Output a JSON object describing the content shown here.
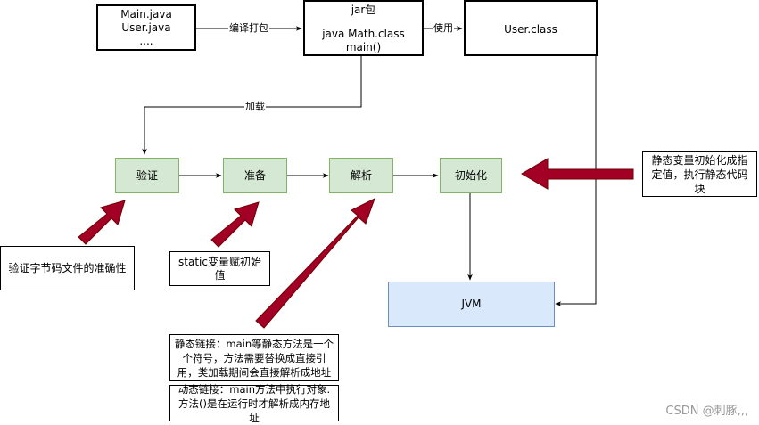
{
  "nodes": {
    "sources": [
      "Main.java",
      "User.java",
      "...."
    ],
    "jar": [
      "jar包",
      "",
      "java Math.class",
      "main()"
    ],
    "user_class": "User.class",
    "verify": "验证",
    "prepare": "准备",
    "resolve": "解析",
    "init": "初始化",
    "jvm": "JVM"
  },
  "edges": {
    "compile": "编译打包",
    "use": "使用",
    "load": "加载"
  },
  "notes": {
    "verify": "验证字节码文件的准确性",
    "prepare": "static变量赋初始值",
    "static_link": "静态链接：main等静态方法是一个个符号，方法需要替换成直接引用，类加载期间会直接解析成地址",
    "dynamic_link": "动态链接：main方法中执行对象.方法()是在运行时才解析成内存地址",
    "init": "静态变量初始化成指定值，执行静态代码块"
  },
  "watermark": "CSDN @刺豚,,,",
  "colors": {
    "green_fill": "#d5e8d4",
    "green_stroke": "#82b366",
    "blue_fill": "#dae8fc",
    "blue_stroke": "#6c8ebf",
    "arrow_red": "#a20025"
  }
}
